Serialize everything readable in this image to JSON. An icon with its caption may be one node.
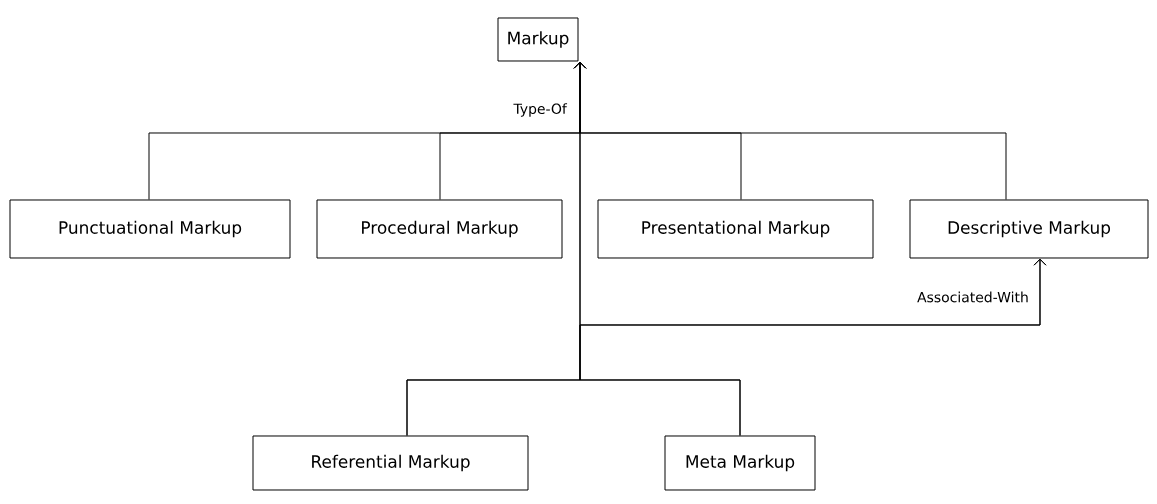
{
  "diagram": {
    "nodes": [
      {
        "text": [
          "Markup"
        ]
      },
      {
        "text": [
          "Punctuational Markup"
        ]
      },
      {
        "text": [
          "Procedural Markup"
        ]
      },
      {
        "text": [
          "Presentational Markup"
        ]
      },
      {
        "text": [
          "Descriptive Markup"
        ]
      },
      {
        "text": [
          "Referential Markup"
        ]
      },
      {
        "text": [
          "Meta Markup"
        ]
      }
    ],
    "edges": [
      {
        "from": 1,
        "to": 0,
        "arrow": "to",
        "label": "Type-Of"
      },
      {
        "from": 2,
        "to": 0,
        "arrow": "to"
      },
      {
        "from": 3,
        "to": 0,
        "arrow": "to"
      },
      {
        "from": 4,
        "to": 0,
        "arrow": "to"
      },
      {
        "from": 5,
        "to": 0,
        "arrow": "to"
      },
      {
        "from": 6,
        "to": 0,
        "arrow": "to"
      },
      {
        "from": 5,
        "to": 4,
        "arrow": "to",
        "label": "Associated-With"
      },
      {
        "from": 6,
        "to": 4,
        "arrow": "to"
      }
    ]
  }
}
